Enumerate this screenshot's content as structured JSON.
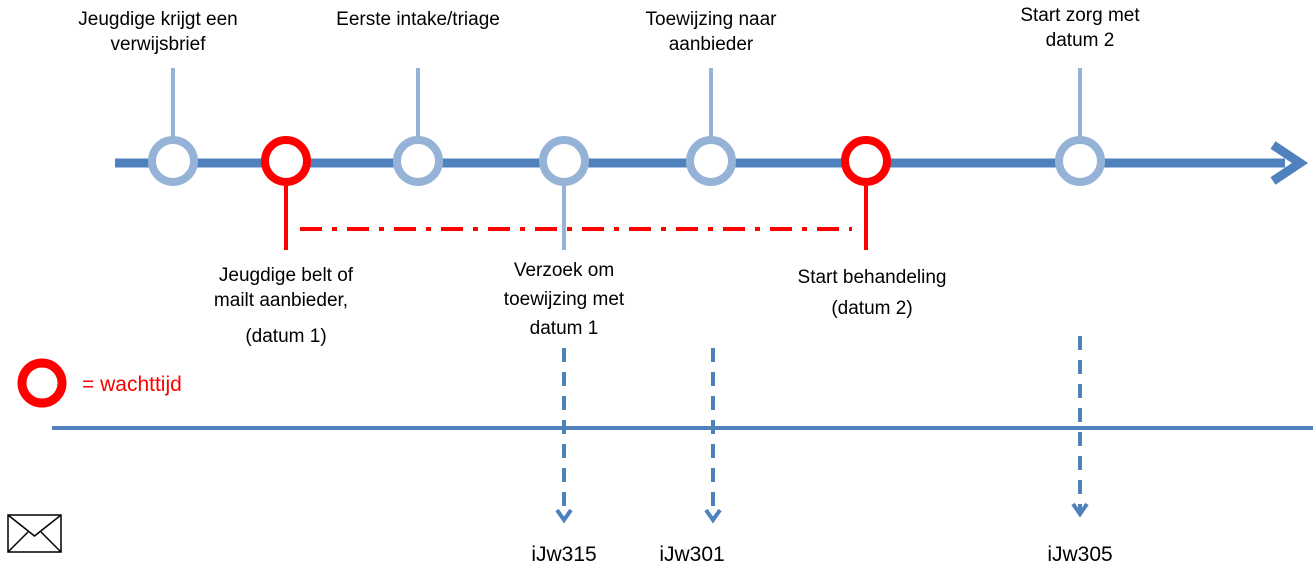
{
  "colors": {
    "timeline_blue": "#4f81bd",
    "milestone_blue": "#95b3d7",
    "waiting_red": "#ff0000",
    "text": "#000000"
  },
  "milestones_top": [
    {
      "lines": [
        "Jeugdige krijgt een",
        "verwijsbrief"
      ],
      "type": "regular"
    },
    {
      "lines": [
        "Eerste intake/triage"
      ],
      "type": "regular"
    },
    {
      "lines": [
        "Toewijzing naar",
        "aanbieder"
      ],
      "type": "regular"
    },
    {
      "lines": [
        "Start zorg met",
        "datum 2"
      ],
      "type": "regular"
    }
  ],
  "milestones_bottom": [
    {
      "lines": [
        "Jeugdige belt of",
        "mailt aanbieder,",
        "(datum 1)"
      ],
      "type": "waiting"
    },
    {
      "lines": [
        "Verzoek om",
        "toewijzing met",
        "datum 1"
      ],
      "type": "regular"
    },
    {
      "lines": [
        "Start behandeling",
        "(datum 2)"
      ],
      "type": "waiting"
    }
  ],
  "legend": {
    "label": "= wachttijd",
    "icon": "red-circle-icon"
  },
  "messages": [
    {
      "code": "iJw315"
    },
    {
      "code": "iJw301"
    },
    {
      "code": "iJw305"
    }
  ],
  "envelope_icon": "envelope-icon"
}
